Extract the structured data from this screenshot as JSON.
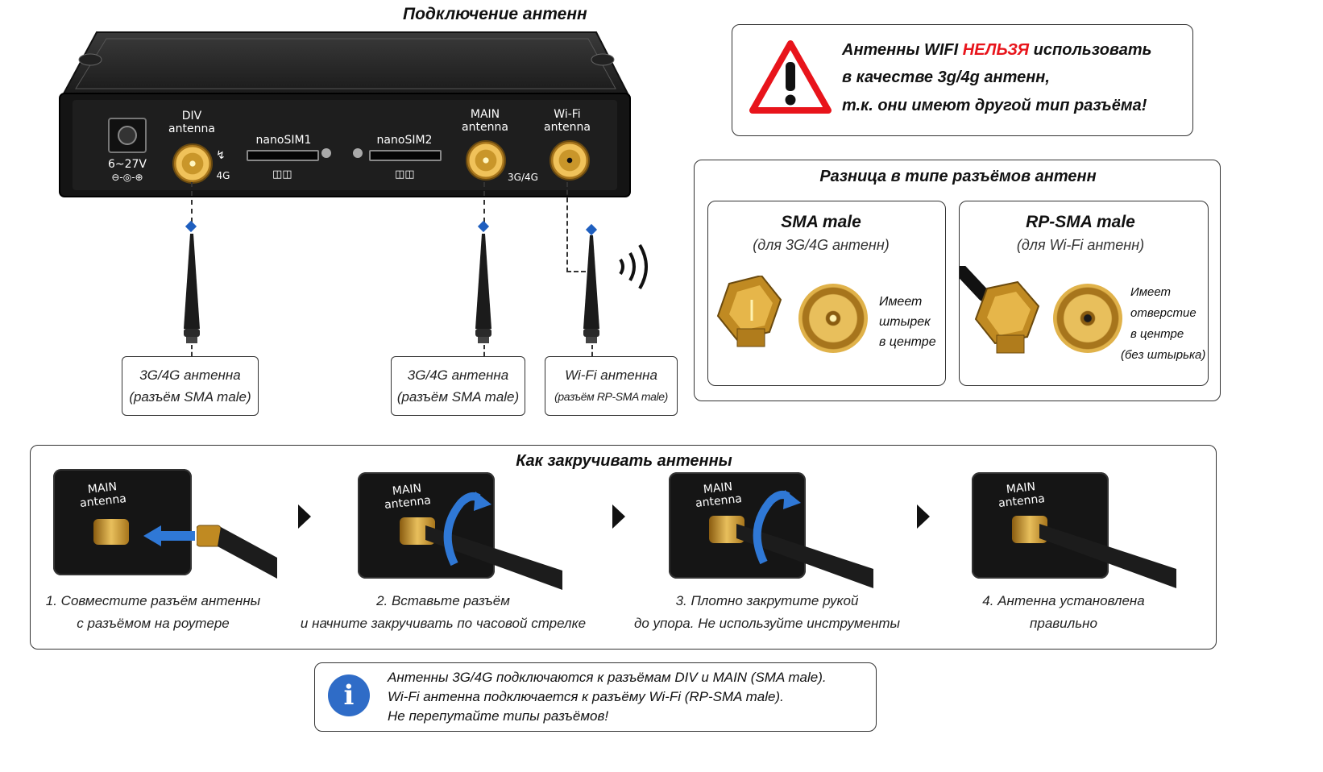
{
  "main_title": "Подключение антенн",
  "device": {
    "power_label": "6~27V",
    "power_symbol": "⊖-◎-⊕",
    "div_label": "DIV antenna",
    "div_line1": "DIV",
    "div_line2": "antenna",
    "div_band": "4G",
    "sim1": "nanoSIM1",
    "sim2": "nanoSIM2",
    "main_line1": "MAIN",
    "main_line2": "antenna",
    "wifi_line1": "Wi-Fi",
    "wifi_line2": "antenna",
    "main_band": "3G/4G"
  },
  "antenna_labels": [
    {
      "line1": "3G/4G антенна",
      "line2": "(разъём SMA male)"
    },
    {
      "line1": "3G/4G антенна",
      "line2": "(разъём SMA male)"
    },
    {
      "line1": "Wi-Fi антенна",
      "line2": "(разъём RP-SMA male)"
    }
  ],
  "warning": {
    "line1_a": "Антенны WIFI ",
    "line1_b": "НЕЛЬЗЯ",
    "line1_c": " использовать",
    "line2": "в качестве 3g/4g антенн,",
    "line3": "т.к. они имеют другой тип разъёма!",
    "accent_color": "#e8141b"
  },
  "difference": {
    "title": "Разница в типе разъёмов антенн",
    "sma": {
      "name": "SMA male",
      "sub": "(для 3G/4G антенн)",
      "desc1": "Имеет",
      "desc2": "штырек",
      "desc3": "в центре"
    },
    "rpsma": {
      "name": "RP-SMA male",
      "sub": "(для Wi-Fi антенн)",
      "desc1": "Имеет",
      "desc2": "отверстие",
      "desc3": "в центре",
      "desc4": "(без штырька)"
    }
  },
  "howto": {
    "title": "Как закручивать антенны",
    "panel_line1": "MAIN",
    "panel_line2": "antenna",
    "steps": [
      {
        "line1": "1. Совместите разъём антенны",
        "line2": "с разъёмом на роутере"
      },
      {
        "line1": "2. Вставьте разъём",
        "line2": "и начните закручивать по часовой стрелке"
      },
      {
        "line1": "3. Плотно закрутите рукой",
        "line2": "до упора. Не используйте инструменты"
      },
      {
        "line1": "4. Антенна установлена",
        "line2": "правильно"
      }
    ]
  },
  "info": {
    "icon": "i",
    "line1": "Антенны 3G/4G подключаются к разъёмам DIV и MAIN (SMA male).",
    "line2": "Wi-Fi антенна подключается к разъёму Wi-Fi (RP-SMA male).",
    "line3": "Не перепутайте типы разъёмов!",
    "icon_color": "#2f6cc7"
  }
}
